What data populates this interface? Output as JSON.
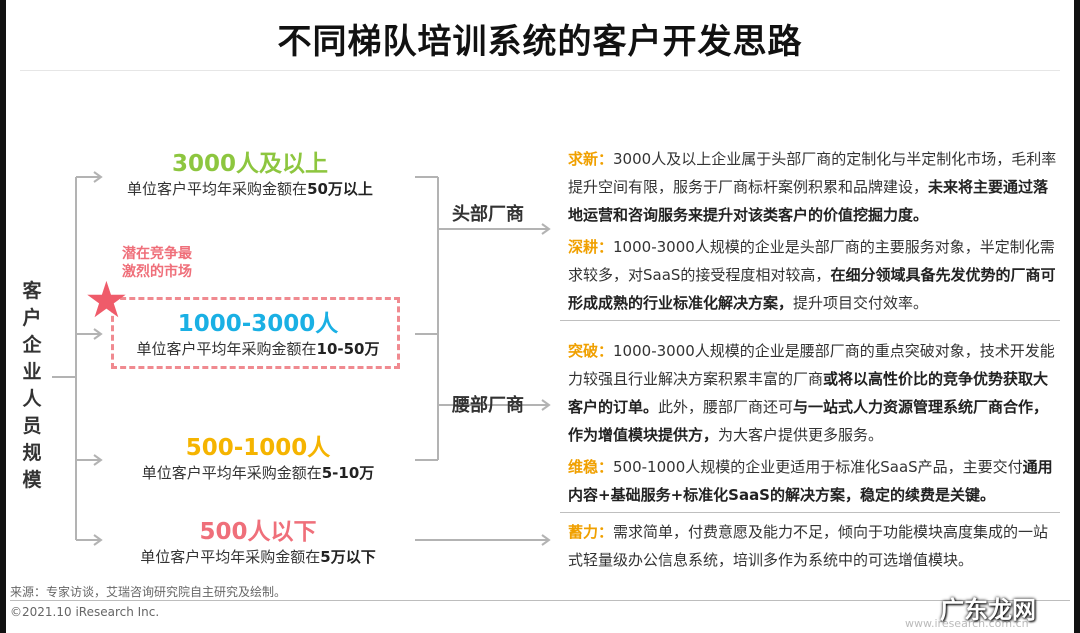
{
  "title": "不同梯队培训系统的客户开发思路",
  "axis_label": "客户企业人员规模",
  "tiers": [
    {
      "heading": "3000人及以上",
      "sub_pre": "单位客户平均年采购金额在",
      "sub_bold": "50万以上",
      "color": "#8dc63f"
    },
    {
      "heading": "1000-3000人",
      "sub_pre": "单位客户平均年采购金额在",
      "sub_bold": "10-50万",
      "color": "#1ab0e4"
    },
    {
      "heading": "500-1000人",
      "sub_pre": "单位客户平均年采购金额在",
      "sub_bold": "5-10万",
      "color": "#f5b400"
    },
    {
      "heading": "500人以下",
      "sub_pre": "单位客户平均年采购金额在",
      "sub_bold": "5万以下",
      "color": "#ef6f7a"
    }
  ],
  "hot_label_1": "潜在竞争最",
  "hot_label_2": "激烈的市场",
  "vendors": {
    "head": "头部厂商",
    "waist": "腰部厂商"
  },
  "paragraphs": [
    [
      {
        "k": "求新："
      },
      {
        "t": "3000人及以上企业属于头部厂商的定制化与半定制化市场，毛利率提升空间有限，服务于厂商标杆案例积累和品牌建设，"
      },
      {
        "b": "未来将主要通过落地运营和咨询服务来提升对该类客户的价值挖掘力度。"
      }
    ],
    [
      {
        "k": "深耕："
      },
      {
        "t": "1000-3000人规模的企业是头部厂商的主要服务对象，半定制化需求较多，对SaaS的接受程度相对较高，"
      },
      {
        "b": "在细分领域具备先发优势的厂商可形成成熟的行业标准化解决方案，"
      },
      {
        "t": "提升项目交付效率。"
      }
    ],
    [
      {
        "k": "突破："
      },
      {
        "t": "1000-3000人规模的企业是腰部厂商的重点突破对象，技术开发能力较强且行业解决方案积累丰富的厂商"
      },
      {
        "b": "或将以高性价比的竞争优势获取大客户的订单。"
      },
      {
        "t": "此外，腰部厂商还可"
      },
      {
        "b": "与一站式人力资源管理系统厂商合作，作为增值模块提供方，"
      },
      {
        "t": "为大客户提供更多服务。"
      }
    ],
    [
      {
        "k": "维稳："
      },
      {
        "t": "500-1000人规模的企业更适用于标准化SaaS产品，主要交付"
      },
      {
        "b": "通用内容+基础服务+标准化SaaS的解决方案，稳定的续费是关键。"
      }
    ],
    [
      {
        "k": "蓄力："
      },
      {
        "t": "需求简单，付费意愿及能力不足，倾向于功能模块高度集成的一站式轻量级办公信息系统，培训多作为系统中的可选增值模块。"
      }
    ]
  ],
  "source": "来源：专家访谈，艾瑞咨询研究院自主研究及绘制。",
  "copyright": "©2021.10 iResearch Inc.",
  "watermark": "广东龙网",
  "watermark_under": "www.iresearch.com.cn",
  "colors": {
    "key": "#f0a000",
    "star": "#ef5b6a",
    "dash": "#f08a90",
    "line": "#b3b3b3"
  }
}
